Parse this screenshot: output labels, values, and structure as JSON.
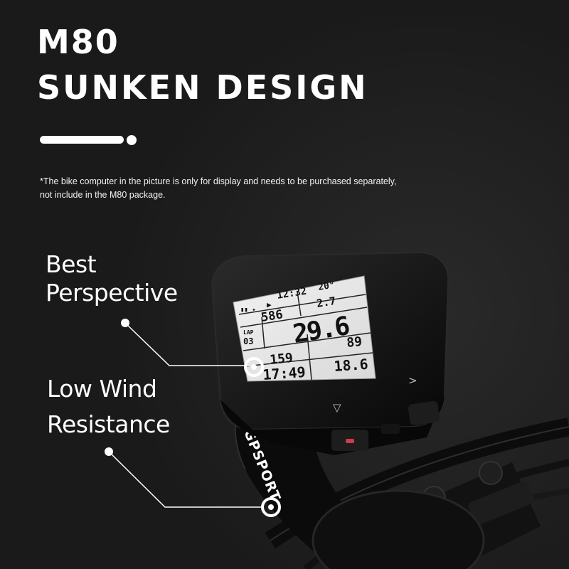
{
  "heading": {
    "model": "M80",
    "subtitle": "SUNKEN DESIGN"
  },
  "note": {
    "line1": "*The bike computer in the picture is only for display and needs to be purchased separately,",
    "line2": "not include in the M80 package."
  },
  "features": [
    {
      "line1": "Best",
      "line2": "Perspective"
    },
    {
      "line1": "Low Wind",
      "line2": "Resistance"
    }
  ],
  "device": {
    "brand": "iGPSPORT",
    "screen": {
      "time": "12:32",
      "temperature": "20°",
      "grade": "2.7",
      "altitude": "586",
      "speed": "29.6",
      "lap_label": "LAP",
      "lap_value": "03",
      "heart_rate": "159",
      "cadence": "89",
      "timer": "17:49",
      "distance": "18.6"
    }
  },
  "colors": {
    "background": "#1a1a1a",
    "text": "#ffffff",
    "lcd": "#e9e9e9",
    "device_body": "#0e0e0e"
  }
}
